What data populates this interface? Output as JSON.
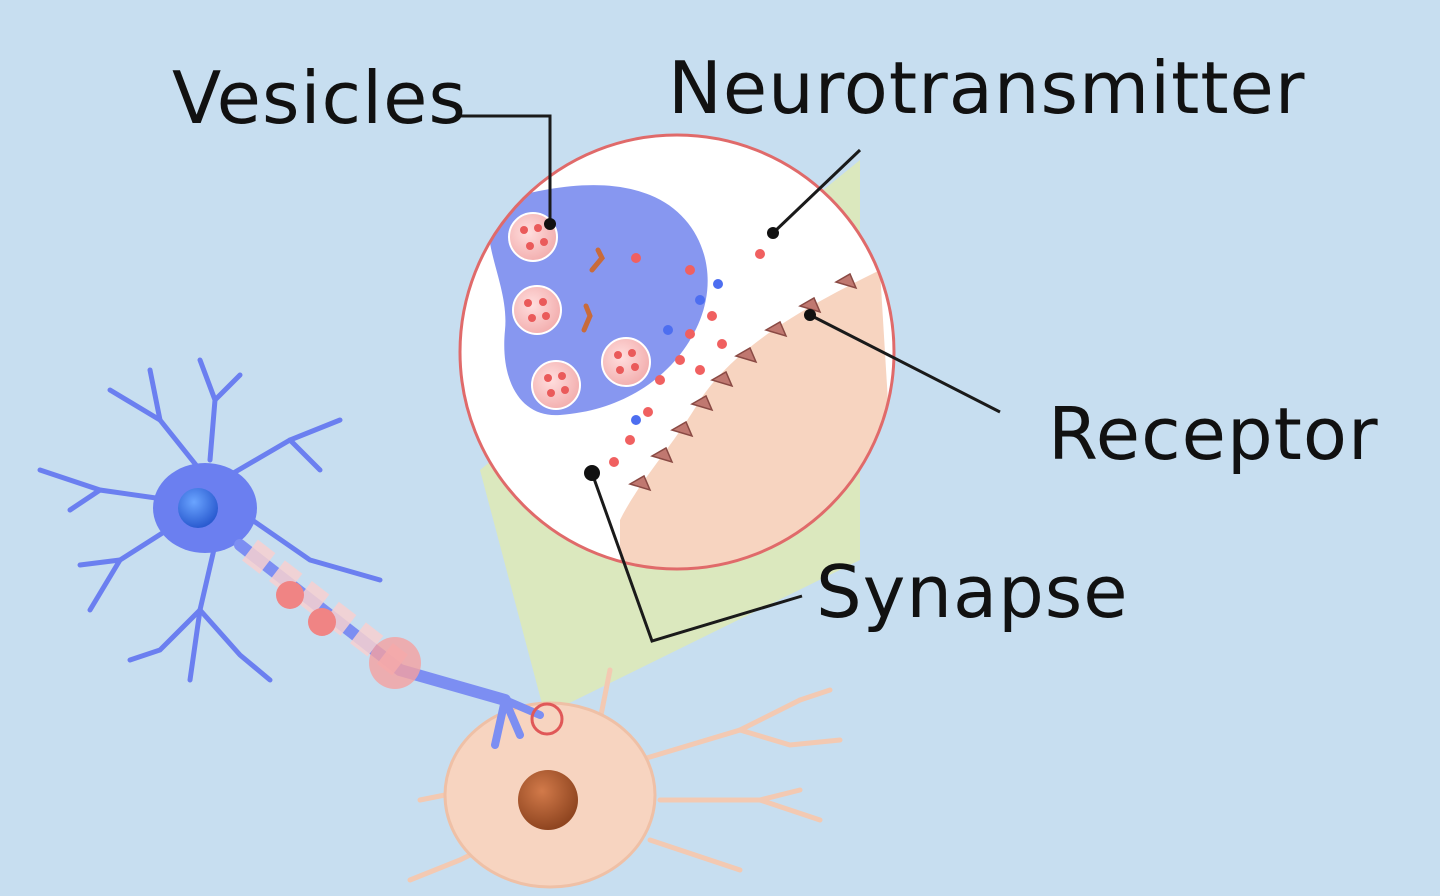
{
  "labels": {
    "vesicles": "Vesicles",
    "neurotransmitter": "Neurotransmitter",
    "receptor": "Receptor",
    "synapse": "Synapse"
  },
  "colors": {
    "background": "#c7def0",
    "presynaptic_neuron": "#6b7ff0",
    "postsynaptic_neuron": "#f7d6c4",
    "vesicle": "#ef6c6c",
    "magnifier_border": "#e06a6a",
    "zoom_cone": "#dfeab8",
    "leader_line": "#111111"
  }
}
